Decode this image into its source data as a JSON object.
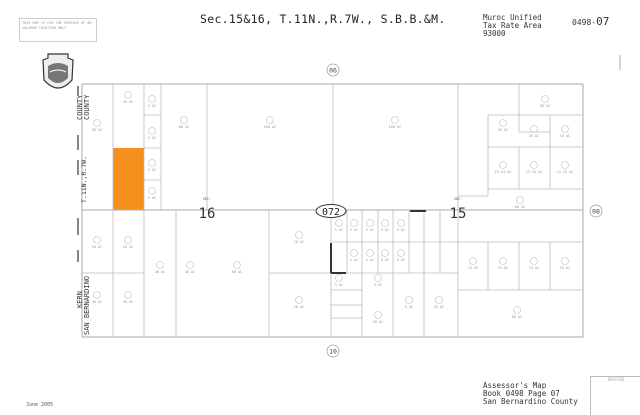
{
  "header": {
    "title": "Sec.15&16, T.11N.,R.7W., S.B.B.&M.",
    "tax_rate_area": [
      "Muroc Unified",
      "Tax Rate Area",
      "93000"
    ],
    "map_number_prefix": "0498-",
    "map_number_page": "07",
    "notice": "THIS MAP IS FOR THE PURPOSE OF AD VALOREM TAXATION ONLY"
  },
  "footer": {
    "lines": [
      "Assessor's Map",
      "Book 0498 Page 07",
      "San Bernardino County"
    ],
    "date": "June 2005",
    "revision_label": "REVISED"
  },
  "map": {
    "adjacent_pages": {
      "top": "06",
      "right": "08",
      "bottom": "10"
    },
    "road_number": "072",
    "sections": [
      {
        "prefix": "SEC.",
        "number": "16"
      },
      {
        "prefix": "SEC.",
        "number": "15"
      }
    ],
    "county_labels": {
      "upper": [
        "COUNTY",
        "COUNTY"
      ],
      "township": "T.11N.,R.7W.",
      "lower": [
        "KERN",
        "SAN BERNARDINO"
      ]
    },
    "highlight_color": "#f5901e",
    "acreage_labels": [
      "40 AC",
      "20 AC",
      "5 AC",
      "5 AC",
      "5 AC",
      "5 AC",
      "80 AC",
      "160 AC",
      "160 AC",
      "20 AC",
      "20 AC",
      "40 AC",
      "40 AC",
      "80 AC",
      "40 AC",
      "40 AC",
      "20 AC",
      "20 AC",
      "40 AC",
      "20 AC",
      "10 AC",
      "10 AC",
      "13.24 AC",
      "13.24 AC",
      "13.24 AC",
      "60 AC",
      "15 AC",
      "15 AC",
      "15 AC",
      "15 AC",
      "80 AC",
      "5 AC",
      "5 AC",
      "5 AC",
      "5 AC",
      "5 AC",
      "5 AC",
      "5 AC",
      "5 AC",
      "5 AC",
      "5 AC",
      "5 AC",
      "5 AC",
      "20 AC",
      "20 AC"
    ]
  }
}
